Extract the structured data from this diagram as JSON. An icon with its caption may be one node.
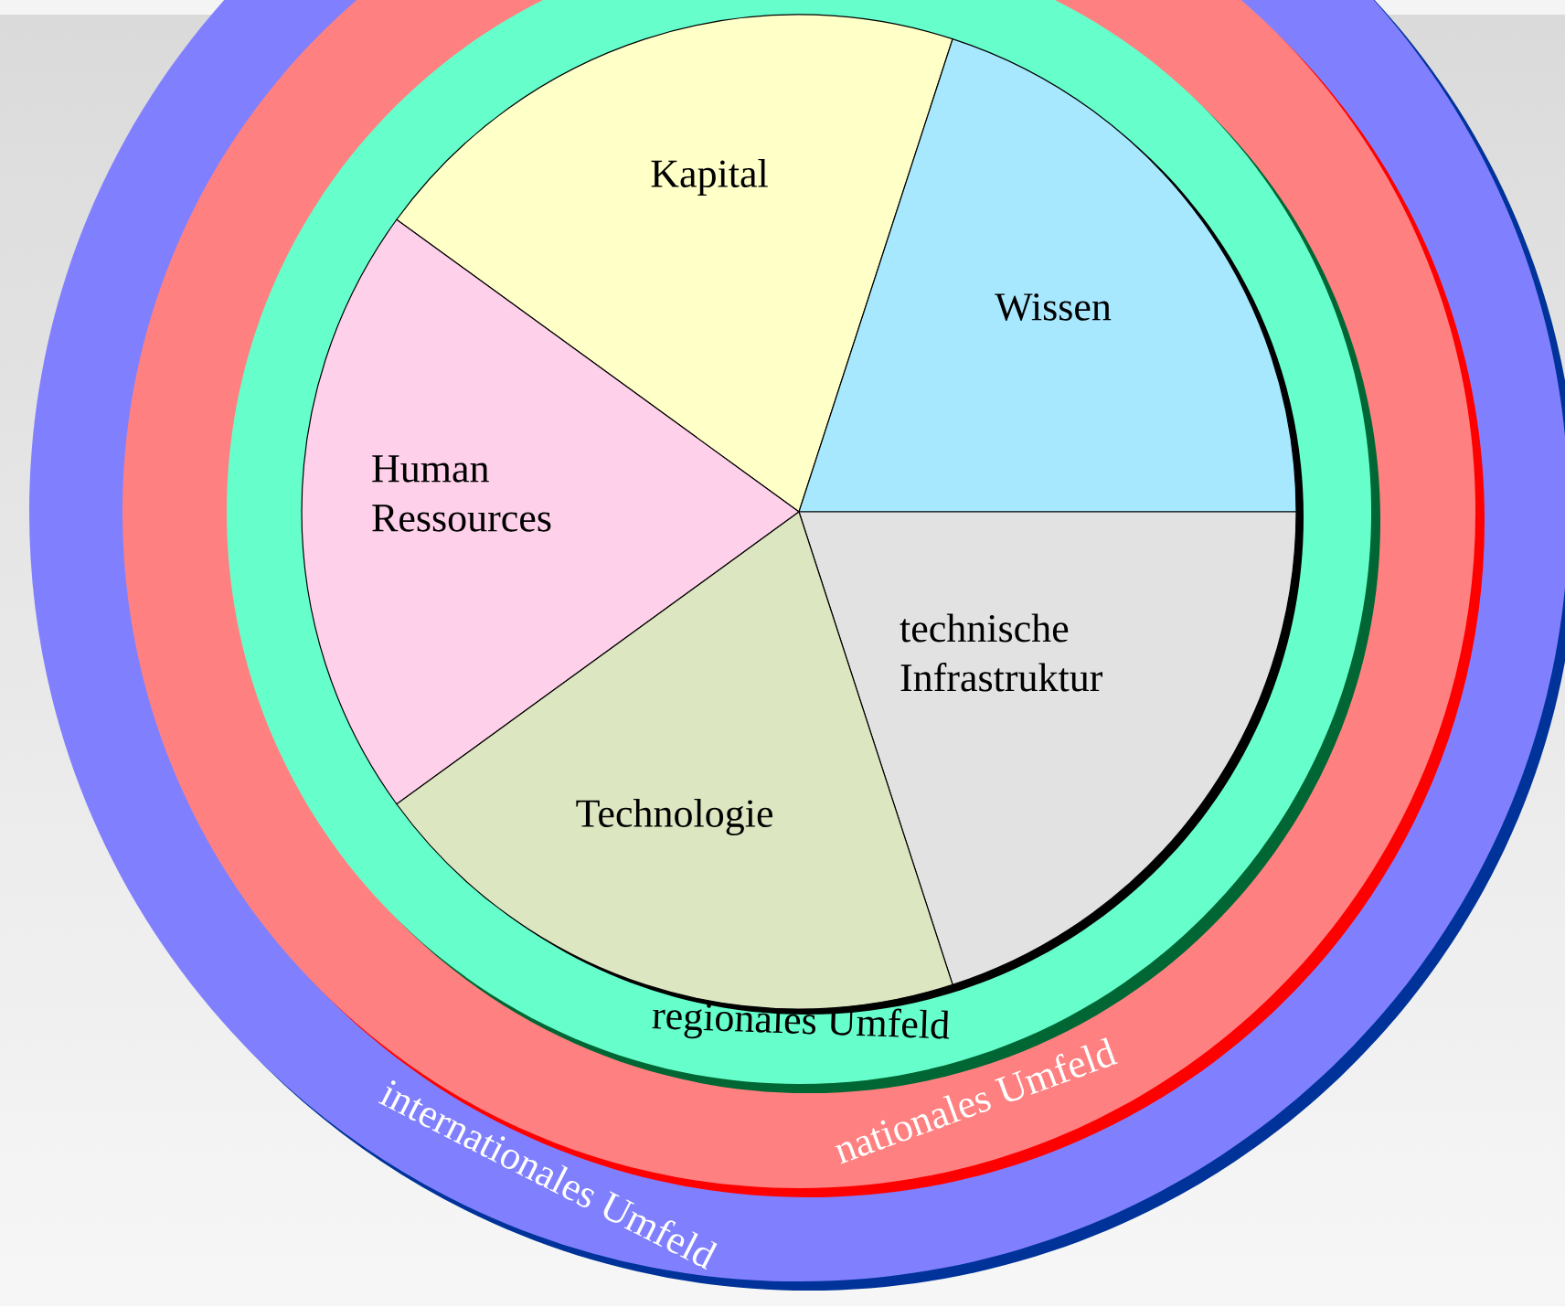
{
  "diagram": {
    "nodes": [
      {
        "text": [
          "internationales Umfeld"
        ]
      },
      {
        "text": [
          "nationales Umfeld"
        ],
        "in": 0
      },
      {
        "text": [
          "regionales Umfeld"
        ],
        "in": 1
      },
      {
        "text": [
          "Kapital"
        ],
        "in": 2
      },
      {
        "text": [
          "Wissen"
        ],
        "in": 2
      },
      {
        "text": [
          "Human Ressources"
        ],
        "in": 2
      },
      {
        "text": [
          "technische Infrastruktur"
        ],
        "in": 2
      },
      {
        "text": [
          "Technologie"
        ],
        "in": 2
      }
    ]
  }
}
